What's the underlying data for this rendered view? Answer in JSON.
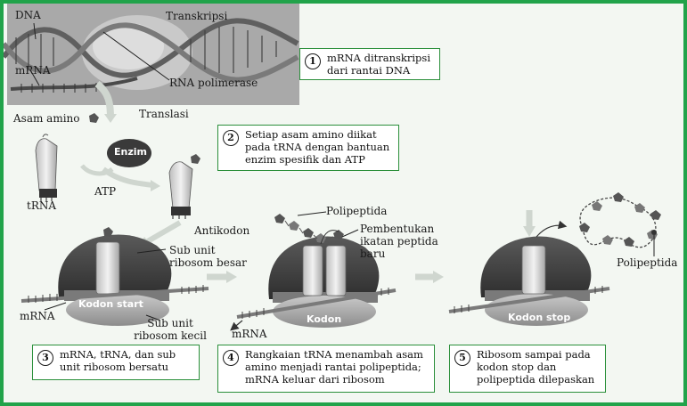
{
  "labels": {
    "dna": "DNA",
    "transkripsi": "Transkripsi",
    "mrna_top": "mRNA",
    "rna_polimerase": "RNA polimerase",
    "translasi": "Translasi",
    "asam_amino": "Asam amino",
    "enzim": "Enzim",
    "atp": "ATP",
    "trna": "tRNA",
    "antikodon": "Antikodon",
    "sub_unit_besar": "Sub unit ribosom besar",
    "sub_unit_kecil": "Sub unit ribosom kecil",
    "mrna_left": "mRNA",
    "kodon_start": "Kodon start",
    "polipeptida_mid": "Polipeptida",
    "pembentukan": "Pembentukan ikatan peptida baru",
    "kodon": "Kodon",
    "mrna_mid": "mRNA",
    "kodon_stop": "Kodon stop",
    "polipeptida_right": "Polipeptida"
  },
  "steps": [
    {
      "num": "1",
      "text": "mRNA ditranskripsi dari rantai DNA"
    },
    {
      "num": "2",
      "text": "Setiap asam amino diikat pada tRNA dengan bantuan enzim spesifik dan ATP"
    },
    {
      "num": "3",
      "text": "mRNA, tRNA, dan sub unit ribosom bersatu"
    },
    {
      "num": "4",
      "text": "Rangkaian tRNA menambah asam amino menjadi rantai polipeptida; mRNA keluar dari ribosom"
    },
    {
      "num": "5",
      "text": "Ribosom sampai pada kodon stop dan polipeptida dilepaskan"
    }
  ]
}
